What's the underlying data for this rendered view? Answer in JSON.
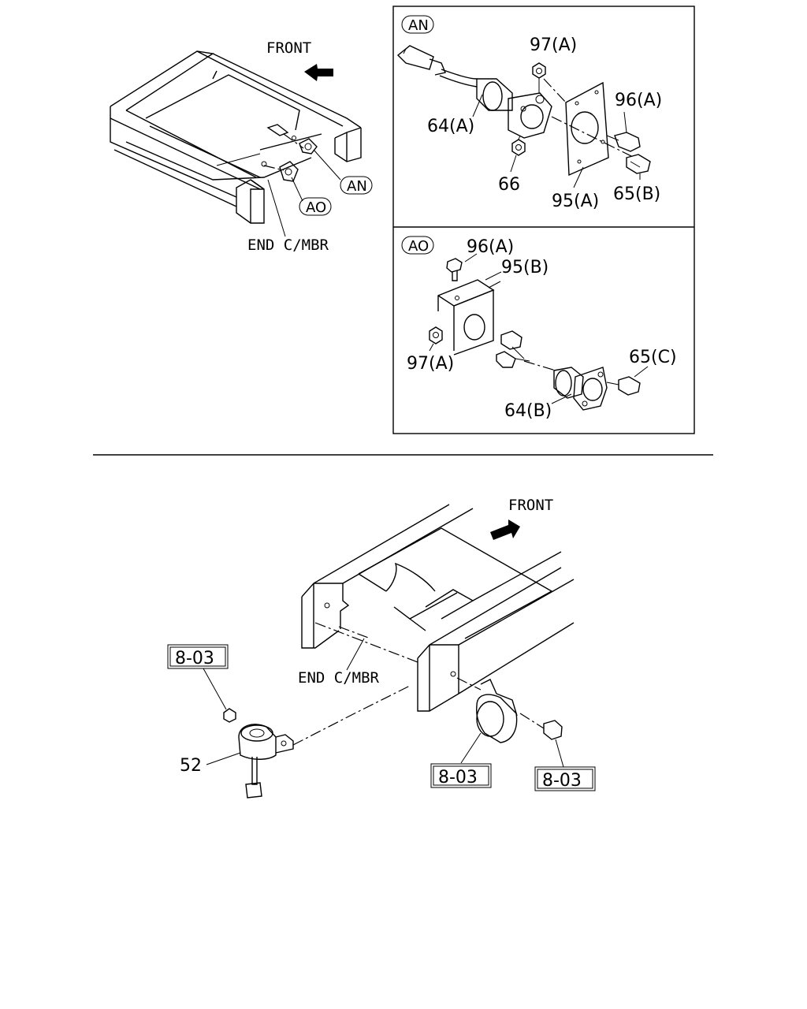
{
  "top_overview": {
    "front_label": "FRONT",
    "end_member_label": "END C/MBR",
    "callout_an": "AN",
    "callout_ao": "AO"
  },
  "detail_an": {
    "tag": "AN",
    "parts": [
      "97(A)",
      "96(A)",
      "64(A)",
      "66",
      "95(A)",
      "65(B)"
    ]
  },
  "detail_ao": {
    "tag": "AO",
    "parts": [
      "96(A)",
      "95(B)",
      "97(A)",
      "65(C)",
      "64(B)"
    ]
  },
  "bottom": {
    "front_label": "FRONT",
    "end_member_label": "END C/MBR",
    "part_52": "52",
    "ref_boxes": [
      "8-03",
      "8-03",
      "8-03"
    ]
  }
}
